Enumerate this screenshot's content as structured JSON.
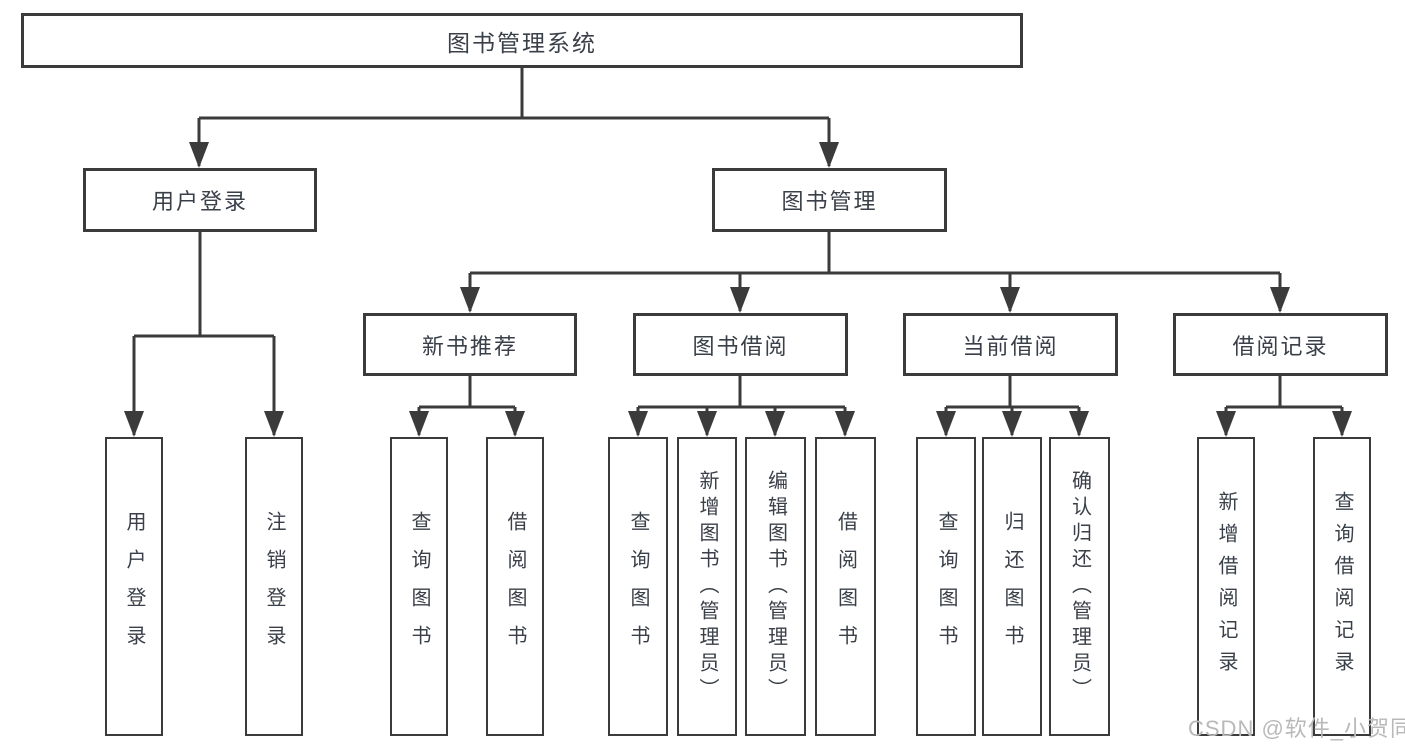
{
  "tree": {
    "label": "图书管理系统",
    "children": [
      {
        "label": "用户登录",
        "children": [
          {
            "label": "用户登录"
          },
          {
            "label": "注销登录"
          }
        ]
      },
      {
        "label": "图书管理",
        "children": [
          {
            "label": "新书推荐",
            "children": [
              {
                "label": "查询图书"
              },
              {
                "label": "借阅图书"
              }
            ]
          },
          {
            "label": "图书借阅",
            "children": [
              {
                "label": "查询图书"
              },
              {
                "label": "新增图书（管理员）"
              },
              {
                "label": "编辑图书（管理员）"
              },
              {
                "label": "借阅图书"
              }
            ]
          },
          {
            "label": "当前借阅",
            "children": [
              {
                "label": "查询图书"
              },
              {
                "label": "归还图书"
              },
              {
                "label": "确认归还（管理员）"
              }
            ]
          },
          {
            "label": "借阅记录",
            "children": [
              {
                "label": "新增借阅记录"
              },
              {
                "label": "查询借阅记录"
              }
            ]
          }
        ]
      }
    ]
  },
  "watermark": {
    "text": "CSDN @软件_小贺同学"
  },
  "colors": {
    "line": "#3b3b3b",
    "text": "#3a4049",
    "watermark": "#b9b9b9",
    "background": "#ffffff"
  }
}
